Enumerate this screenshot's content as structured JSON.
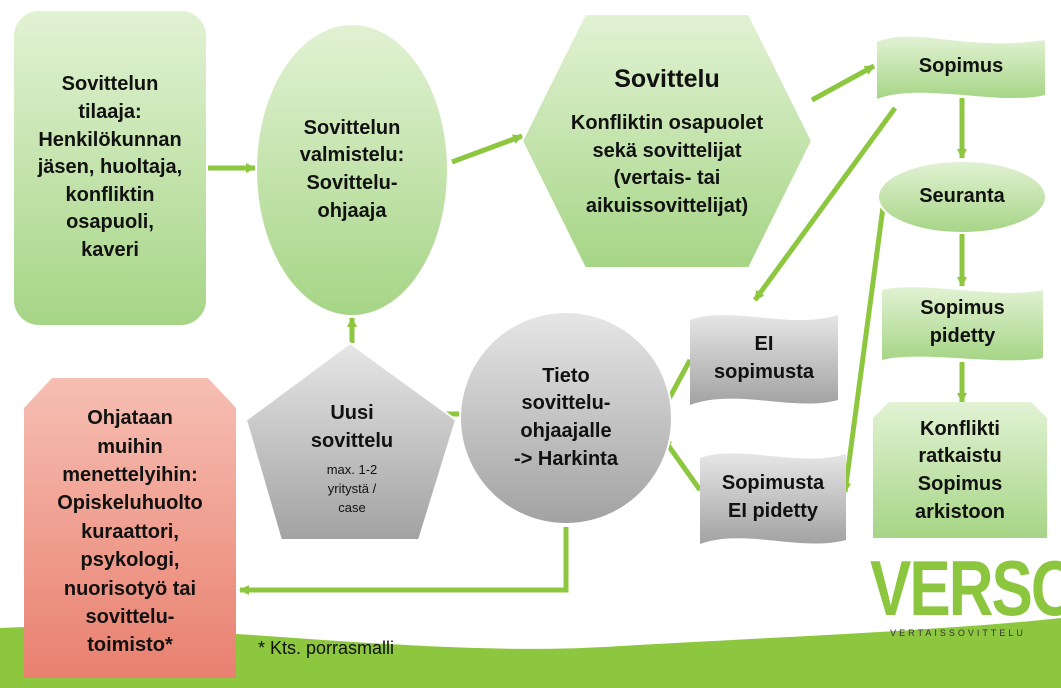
{
  "nodes": {
    "tilaaja": [
      "Sovittelun",
      "tilaaja:",
      "Henkilökunnan",
      "jäsen, huoltaja,",
      "konfliktin",
      "osapuoli,",
      "kaveri"
    ],
    "valmistelu": [
      "Sovittelun",
      "valmistelu:",
      "Sovittelu-",
      "ohjaaja"
    ],
    "sovittelu_title": "Sovittelu",
    "sovittelu_body": [
      "Konfliktin osapuolet",
      "sekä sovittelijat",
      "(vertais- tai",
      "aikuissovittelijat)"
    ],
    "sopimus": "Sopimus",
    "seuranta": "Seuranta",
    "pidetty": [
      "Sopimus",
      "pidetty"
    ],
    "ratkaistu": [
      "Konflikti",
      "ratkaistu",
      "Sopimus",
      "arkistoon"
    ],
    "ei_sopimusta": [
      "EI",
      "sopimusta"
    ],
    "ei_pidetty": [
      "Sopimusta",
      "EI pidetty"
    ],
    "harkinta": [
      "Tieto",
      "sovittelu-",
      "ohjaajalle",
      "-> Harkinta"
    ],
    "uusi_title": [
      "Uusi",
      "sovittelu"
    ],
    "uusi_note": [
      "max. 1-2",
      "yritystä /",
      "case"
    ],
    "ohjataan": [
      "Ohjataan",
      "muihin",
      "menettelyihin:",
      "Opiskeluhuolto",
      "kuraattori,",
      "psykologi,",
      "nuorisotyö tai",
      "sovittelu-",
      "toimisto*"
    ]
  },
  "footnote": "* Kts. porrasmalli",
  "logo": {
    "word": "VERSO",
    "tagline": "VERTAISSOVITTELU"
  },
  "colors": {
    "green_shape": "#b5dd98",
    "arrow": "#8dc63f",
    "gray_shape": "#b7b7b7",
    "red_shape": "#ec8d7e",
    "logo_green": "#8cc63f"
  }
}
